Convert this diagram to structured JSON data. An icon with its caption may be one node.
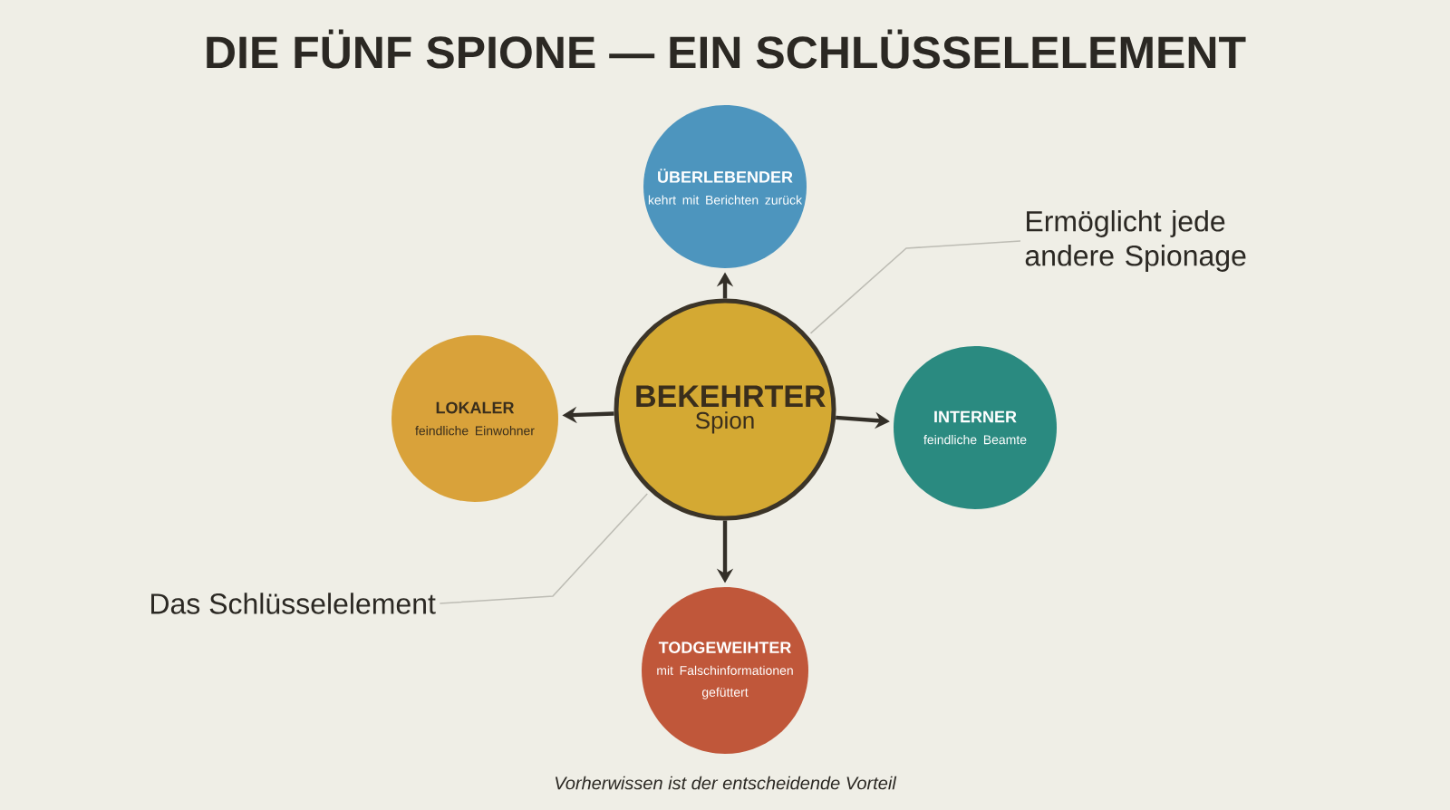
{
  "diagram": {
    "title": "DIE FÜNF SPIONE — EIN SCHLÜSSELELEMENT",
    "caption": "Vorherwissen ist der entscheidende Vorteil",
    "nodes": [
      {
        "text": [
          "BEKEHRTER",
          "Spion"
        ]
      },
      {
        "text": [
          "ÜBERLEBENDER",
          "kehrt mit Berichten zurück"
        ]
      },
      {
        "text": [
          "LOKALER",
          "feindliche Einwohner"
        ]
      },
      {
        "text": [
          "INTERNER",
          "feindliche Beamte"
        ]
      },
      {
        "text": [
          "TODGEWEIHTER",
          "mit Falschinformationen gefüttert"
        ]
      },
      {
        "text": [
          "Ermöglicht jede andere Spionage"
        ]
      },
      {
        "text": [
          "Das Schlüsselelement"
        ]
      }
    ],
    "edges": [
      {
        "from": 0,
        "to": 1,
        "arrow": "to"
      },
      {
        "from": 0,
        "to": 2,
        "arrow": "to"
      },
      {
        "from": 0,
        "to": 3,
        "arrow": "to"
      },
      {
        "from": 0,
        "to": 4,
        "arrow": "to"
      },
      {
        "from": 5,
        "to": 0,
        "arrow": "none",
        "color": "#bdbcb4"
      },
      {
        "from": 6,
        "to": 0,
        "arrow": "none",
        "color": "#bdbcb4"
      }
    ]
  }
}
